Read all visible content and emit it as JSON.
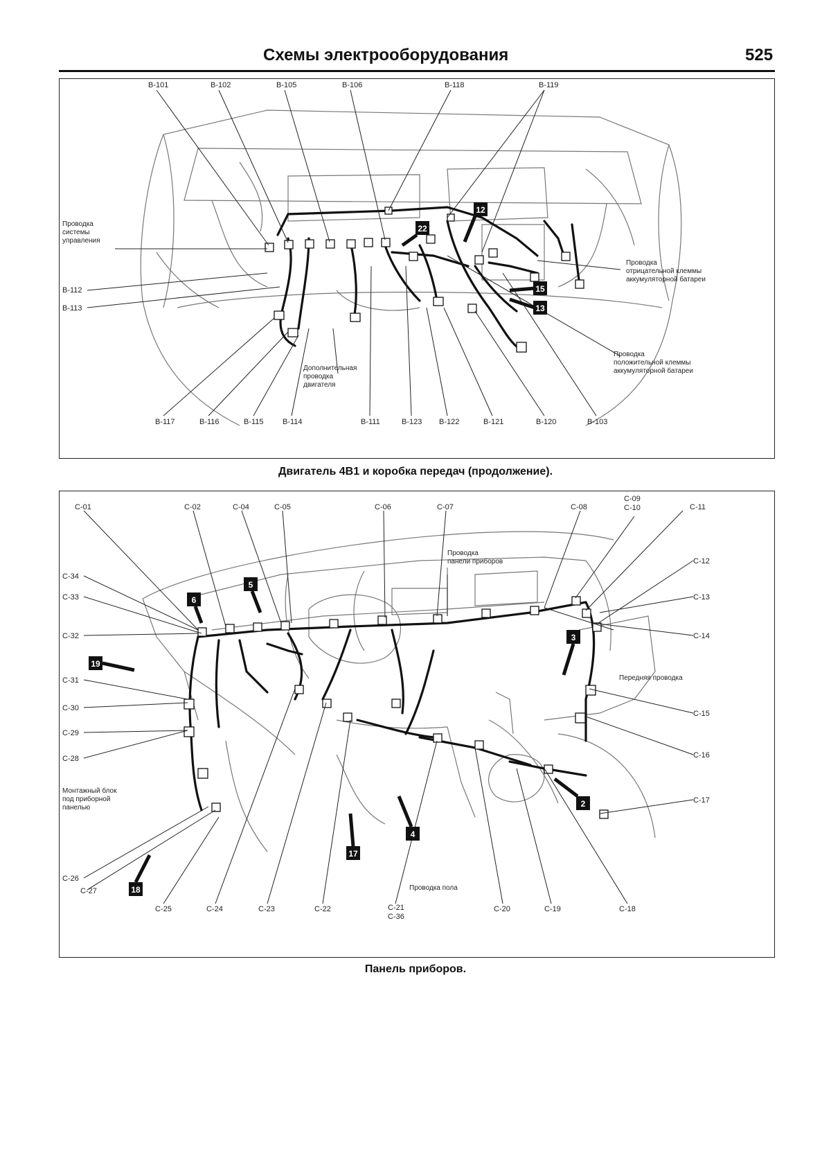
{
  "header": {
    "title": "Схемы электрооборудования",
    "page_number": "525"
  },
  "engine_diagram": {
    "caption": "Двигатель 4В1 и коробка передач (продолжение).",
    "callouts": [
      {
        "id": "b101",
        "label": "B-101"
      },
      {
        "id": "b102",
        "label": "B-102"
      },
      {
        "id": "b105",
        "label": "B-105"
      },
      {
        "id": "b106",
        "label": "B-106"
      },
      {
        "id": "b118",
        "label": "B-118"
      },
      {
        "id": "b119",
        "label": "B-119"
      },
      {
        "id": "b112",
        "label": "B-112"
      },
      {
        "id": "b113",
        "label": "B-113"
      },
      {
        "id": "b117",
        "label": "B-117"
      },
      {
        "id": "b116",
        "label": "B-116"
      },
      {
        "id": "b115",
        "label": "B-115"
      },
      {
        "id": "b114",
        "label": "B-114"
      },
      {
        "id": "b111",
        "label": "B-111"
      },
      {
        "id": "b123",
        "label": "B-123"
      },
      {
        "id": "b122",
        "label": "B-122"
      },
      {
        "id": "b121",
        "label": "B-121"
      },
      {
        "id": "b120",
        "label": "B-120"
      },
      {
        "id": "b103",
        "label": "B-103"
      }
    ],
    "badges": [
      "12",
      "22",
      "15",
      "13"
    ],
    "notes": {
      "control_wiring": [
        "Проводка",
        "системы",
        "управления"
      ],
      "extra_engine_wiring": [
        "Дополнительная",
        "проводка",
        "двигателя"
      ],
      "negative_terminal": [
        "Проводка",
        "отрицательной клеммы",
        "аккумуляторной батареи"
      ],
      "positive_terminal": [
        "Проводка",
        "положительной клеммы",
        "аккумуляторной батареи"
      ]
    }
  },
  "dash_diagram": {
    "caption": "Панель приборов.",
    "callouts": [
      {
        "id": "c01",
        "label": "C-01"
      },
      {
        "id": "c02",
        "label": "C-02"
      },
      {
        "id": "c04",
        "label": "C-04"
      },
      {
        "id": "c05",
        "label": "C-05"
      },
      {
        "id": "c06",
        "label": "C-06"
      },
      {
        "id": "c07",
        "label": "C-07"
      },
      {
        "id": "c08",
        "label": "C-08"
      },
      {
        "id": "c09",
        "label": "C-09"
      },
      {
        "id": "c10",
        "label": "C-10"
      },
      {
        "id": "c11",
        "label": "C-11"
      },
      {
        "id": "c12",
        "label": "C-12"
      },
      {
        "id": "c13",
        "label": "C-13"
      },
      {
        "id": "c14",
        "label": "C-14"
      },
      {
        "id": "c15",
        "label": "C-15"
      },
      {
        "id": "c16",
        "label": "C-16"
      },
      {
        "id": "c17",
        "label": "C-17"
      },
      {
        "id": "c34",
        "label": "C-34"
      },
      {
        "id": "c33",
        "label": "C-33"
      },
      {
        "id": "c32",
        "label": "C-32"
      },
      {
        "id": "c31",
        "label": "C-31"
      },
      {
        "id": "c30",
        "label": "C-30"
      },
      {
        "id": "c29",
        "label": "C-29"
      },
      {
        "id": "c28",
        "label": "C-28"
      },
      {
        "id": "c26",
        "label": "C-26"
      },
      {
        "id": "c27",
        "label": "C-27"
      },
      {
        "id": "c25",
        "label": "C-25"
      },
      {
        "id": "c24",
        "label": "C-24"
      },
      {
        "id": "c23",
        "label": "C-23"
      },
      {
        "id": "c22",
        "label": "C-22"
      },
      {
        "id": "c21",
        "label": "C-21"
      },
      {
        "id": "c36",
        "label": "C-36"
      },
      {
        "id": "c20",
        "label": "C-20"
      },
      {
        "id": "c19",
        "label": "C-19"
      },
      {
        "id": "c18",
        "label": "C-18"
      }
    ],
    "badges": [
      "6",
      "5",
      "3",
      "19",
      "2",
      "4",
      "17",
      "18"
    ],
    "notes": {
      "instrument_panel_wiring": [
        "Проводка",
        "панели приборов"
      ],
      "front_wiring": [
        "Передняя проводка"
      ],
      "junction_block": [
        "Монтажный блок",
        "под приборной",
        "панелью"
      ],
      "floor_wiring": [
        "Проводка пола"
      ]
    }
  }
}
